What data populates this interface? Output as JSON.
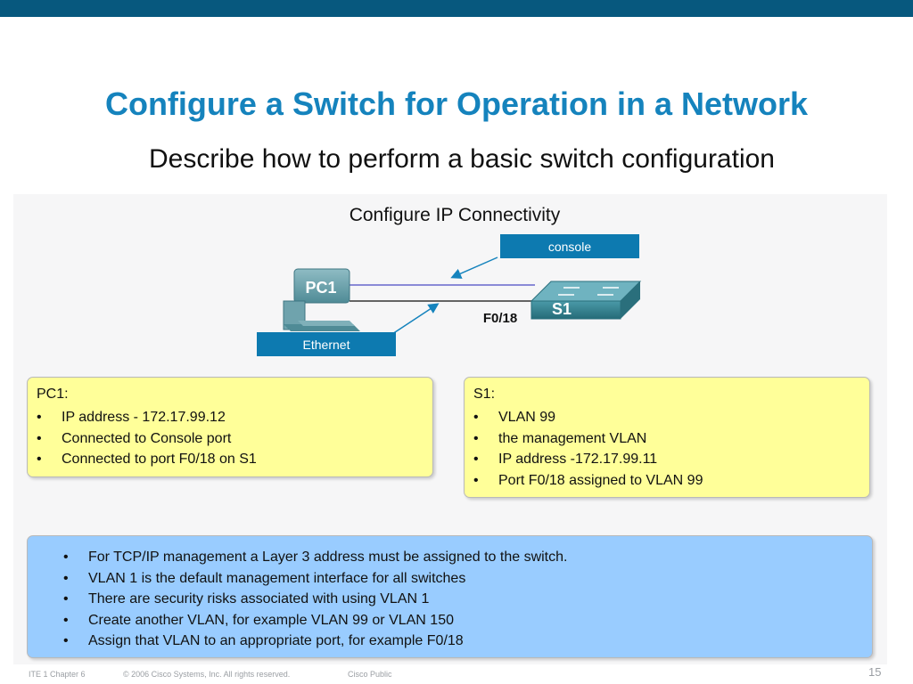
{
  "slide": {
    "title": "Configure a Switch for Operation in a Network",
    "subtitle": "Describe how to perform a basic switch configuration"
  },
  "diagram": {
    "title": "Configure IP Connectivity",
    "pc_label": "PC1",
    "switch_label": "S1",
    "port_label": "F0/18",
    "console_label": "console",
    "ethernet_label": "Ethernet",
    "colors": {
      "console_cable": "#6666cc",
      "ethernet_cable": "#333333",
      "label_box": "#0d7ab0",
      "switch_body": "#2f7f8e",
      "pc_body": "#5f9aa5"
    },
    "pc_icon": "pc-icon",
    "switch_icon": "switch-icon"
  },
  "pc1_box": {
    "heading": "PC1:",
    "items": [
      "IP address - 172.17.99.12",
      "Connected to Console port",
      "Connected to port F0/18 on S1"
    ]
  },
  "s1_box": {
    "heading": "S1:",
    "items": [
      "VLAN 99",
      "the management VLAN",
      "IP address -172.17.99.11",
      "Port F0/18 assigned to VLAN 99"
    ]
  },
  "notes_box": {
    "items": [
      "For TCP/IP management a Layer 3 address must be assigned to the switch.",
      "VLAN 1 is the default management interface for all switches",
      "There are security risks associated with using VLAN 1",
      "Create another VLAN, for example VLAN 99 or VLAN 150",
      "Assign that VLAN to an appropriate port, for example F0/18"
    ]
  },
  "footer": {
    "course": "ITE 1 Chapter 6",
    "copyright": "© 2006 Cisco Systems, Inc. All rights reserved.",
    "classification": "Cisco Public",
    "page_number": "15"
  },
  "theme": {
    "top_bar": "#07587e",
    "title_color": "#1583bd",
    "note_yellow": "#ffff99",
    "note_blue": "#99ccff"
  }
}
